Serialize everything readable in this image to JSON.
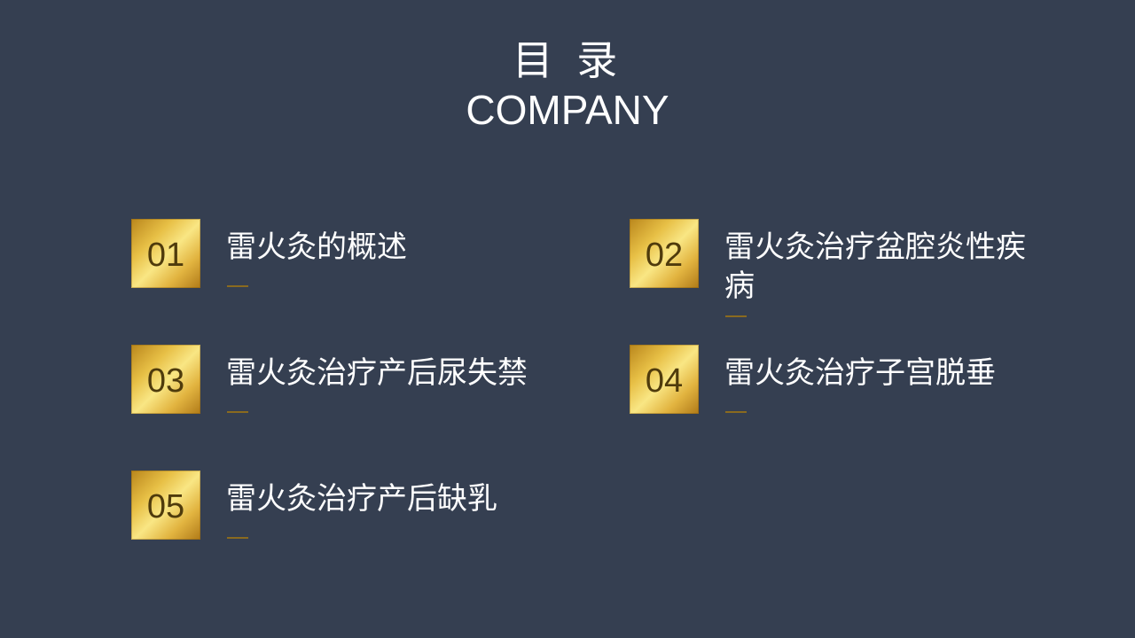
{
  "header": {
    "title": "目 录",
    "subtitle": "COMPANY"
  },
  "items": [
    {
      "number": "01",
      "label": "雷火灸的概述"
    },
    {
      "number": "02",
      "label": "雷火灸治疗盆腔炎性疾病"
    },
    {
      "number": "03",
      "label": "雷火灸治疗产后尿失禁"
    },
    {
      "number": "04",
      "label": "雷火灸治疗子宫脱垂"
    },
    {
      "number": "05",
      "label": "雷火灸治疗产后缺乳"
    }
  ],
  "colors": {
    "background": "#353f51",
    "gold": "#e7bf45",
    "number_text": "#4f3b0c",
    "accent_line": "#8a6a1f",
    "text": "#ffffff"
  }
}
